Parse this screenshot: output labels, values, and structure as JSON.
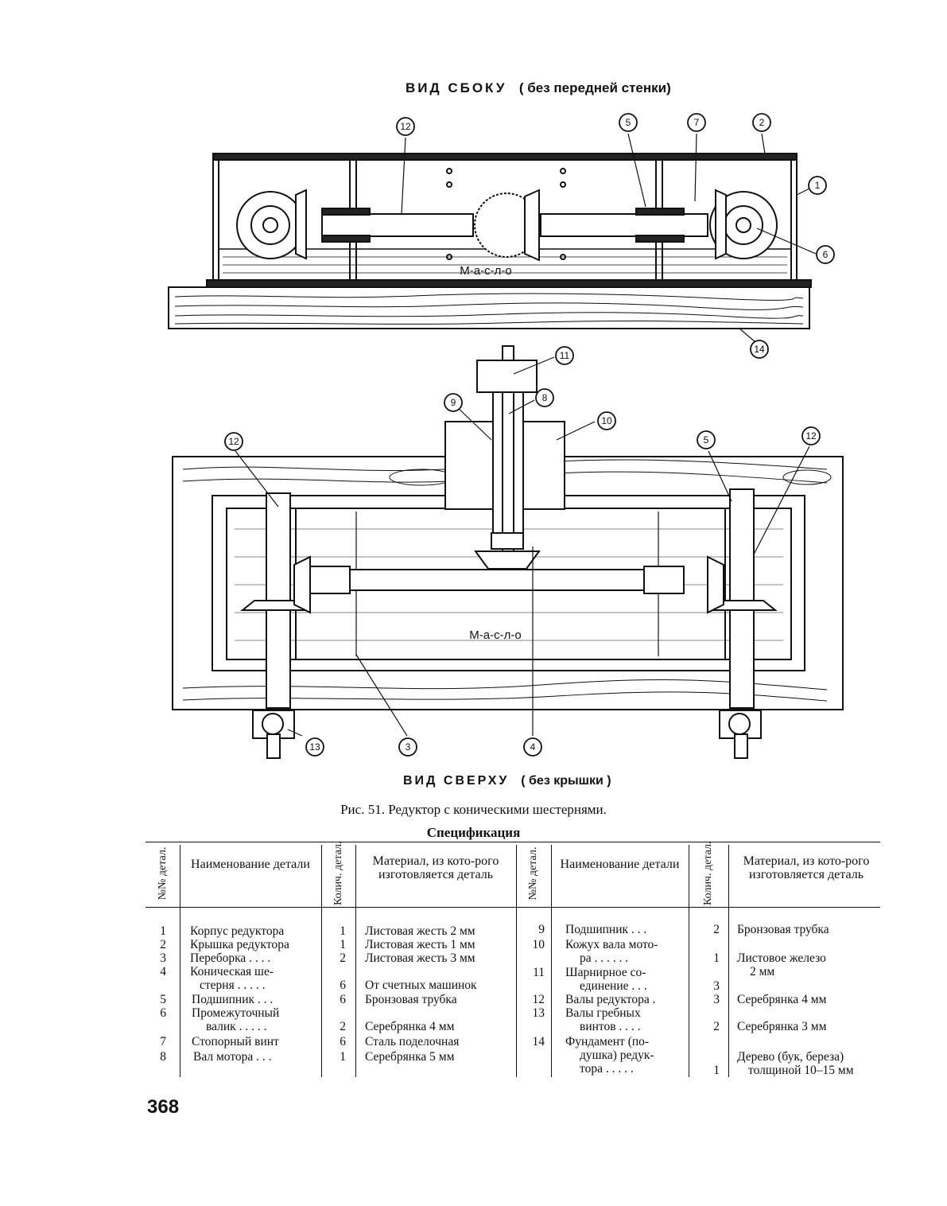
{
  "figure": {
    "side_view_title": "ВИД СБОКУ",
    "side_view_subtitle": "( без передней стенки)",
    "top_view_title": "ВИД СВЕРХУ",
    "top_view_subtitle": "( без крышки )",
    "oil_label_side": "М-а-с-л-о",
    "oil_label_top": "М-а-с-л-о",
    "callouts_side": [
      "12",
      "5",
      "7",
      "2",
      "1",
      "6",
      "14"
    ],
    "callouts_top": [
      "11",
      "8",
      "9",
      "10",
      "12",
      "5",
      "12",
      "13",
      "3",
      "4"
    ],
    "caption": "Рис. 51. Редуктор с коническими шестернями."
  },
  "spec": {
    "title": "Спецификация",
    "headers": {
      "num": "№№ детал.",
      "name": "Наименование детали",
      "qty": "Колич. детал.",
      "material": "Материал, из кото-рого изготовляется деталь"
    },
    "left_rows": [
      {
        "num": "1",
        "name": "Корпус редуктора",
        "qty": "1",
        "material": "Листовая жесть 2 мм"
      },
      {
        "num": "2",
        "name": "Крышка редуктора",
        "qty": "1",
        "material": "Листовая жесть 1 мм"
      },
      {
        "num": "3",
        "name": "Переборка . . . .",
        "qty": "2",
        "material": "Листовая жесть 3 мм"
      },
      {
        "num": "4",
        "name": "Коническая ше-",
        "qty": "",
        "material": ""
      },
      {
        "num": "",
        "name": "стерня . . . . .",
        "qty": "6",
        "material": "От счетных машинок"
      },
      {
        "num": "5",
        "name": "Подшипник . . .",
        "qty": "6",
        "material": "Бронзовая трубка"
      },
      {
        "num": "6",
        "name": "Промежуточный",
        "qty": "",
        "material": ""
      },
      {
        "num": "",
        "name": "валик . . . . .",
        "qty": "2",
        "material": "Серебрянка 4 мм"
      },
      {
        "num": "7",
        "name": "Стопорный винт",
        "qty": "6",
        "material": "Сталь поделочная"
      },
      {
        "num": "8",
        "name": "Вал мотора . . .",
        "qty": "1",
        "material": "Серебрянка 5 мм"
      }
    ],
    "right_rows": [
      {
        "num": "9",
        "name": "Подшипник . . .",
        "qty": "2",
        "material": "Бронзовая трубка"
      },
      {
        "num": "10",
        "name": "Кожух вала мото-",
        "qty": "",
        "material": ""
      },
      {
        "num": "",
        "name": "ра . . . . . .",
        "qty": "1",
        "material": "Листовое железо"
      },
      {
        "num": "",
        "name": "",
        "qty": "",
        "material": "2 мм"
      },
      {
        "num": "11",
        "name": "Шарнирное со-",
        "qty": "",
        "material": ""
      },
      {
        "num": "",
        "name": "единение . . .",
        "qty": "3",
        "material": ""
      },
      {
        "num": "12",
        "name": "Валы редуктора .",
        "qty": "3",
        "material": "Серебрянка 4 мм"
      },
      {
        "num": "13",
        "name": "Валы гребных",
        "qty": "",
        "material": ""
      },
      {
        "num": "",
        "name": "винтов . . . .",
        "qty": "2",
        "material": "Серебрянка 3 мм"
      },
      {
        "num": "14",
        "name": "Фундамент (по-",
        "qty": "",
        "material": ""
      },
      {
        "num": "",
        "name": "душка) редук-",
        "qty": "",
        "material": "Дерево (бук, береза)"
      },
      {
        "num": "",
        "name": "тора . . . . .",
        "qty": "1",
        "material": "толщиной 10–15 мм"
      }
    ]
  },
  "page_number": "368"
}
